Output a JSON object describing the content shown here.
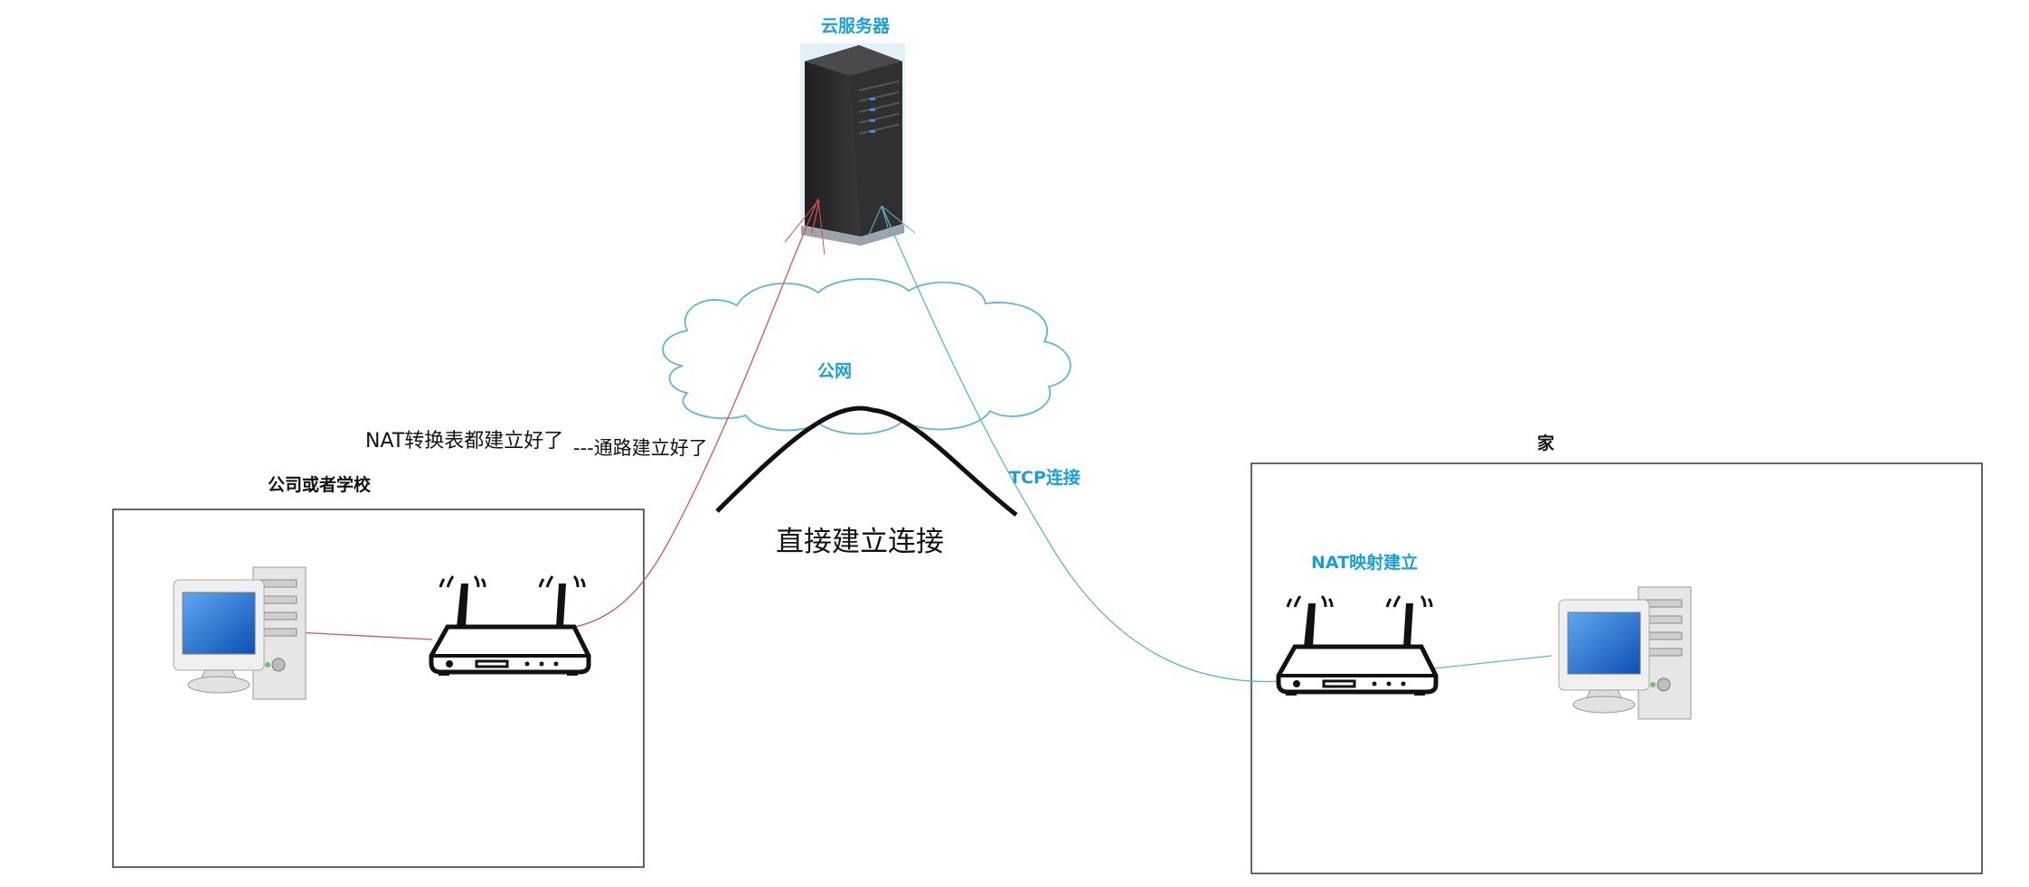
{
  "labels": {
    "cloud_server": "云服务器",
    "public_net": "公网",
    "company": "公司或者学校",
    "home": "家",
    "nat_tables": "NAT转换表都建立好了",
    "path_ready": "---通路建立好了",
    "direct": "直接建立连接",
    "tcp": "TCP连接",
    "nat_map": "NAT映射建立"
  },
  "colors": {
    "red_line": "#d9534f",
    "blue_line": "#5bb8d6",
    "label_blue": "#1aa0d8",
    "monitor_screen": "#1b6fd1",
    "server_body": "#2a2a2a"
  },
  "icons": [
    "server-icon",
    "cloud-icon",
    "router-icon",
    "computer-icon"
  ]
}
